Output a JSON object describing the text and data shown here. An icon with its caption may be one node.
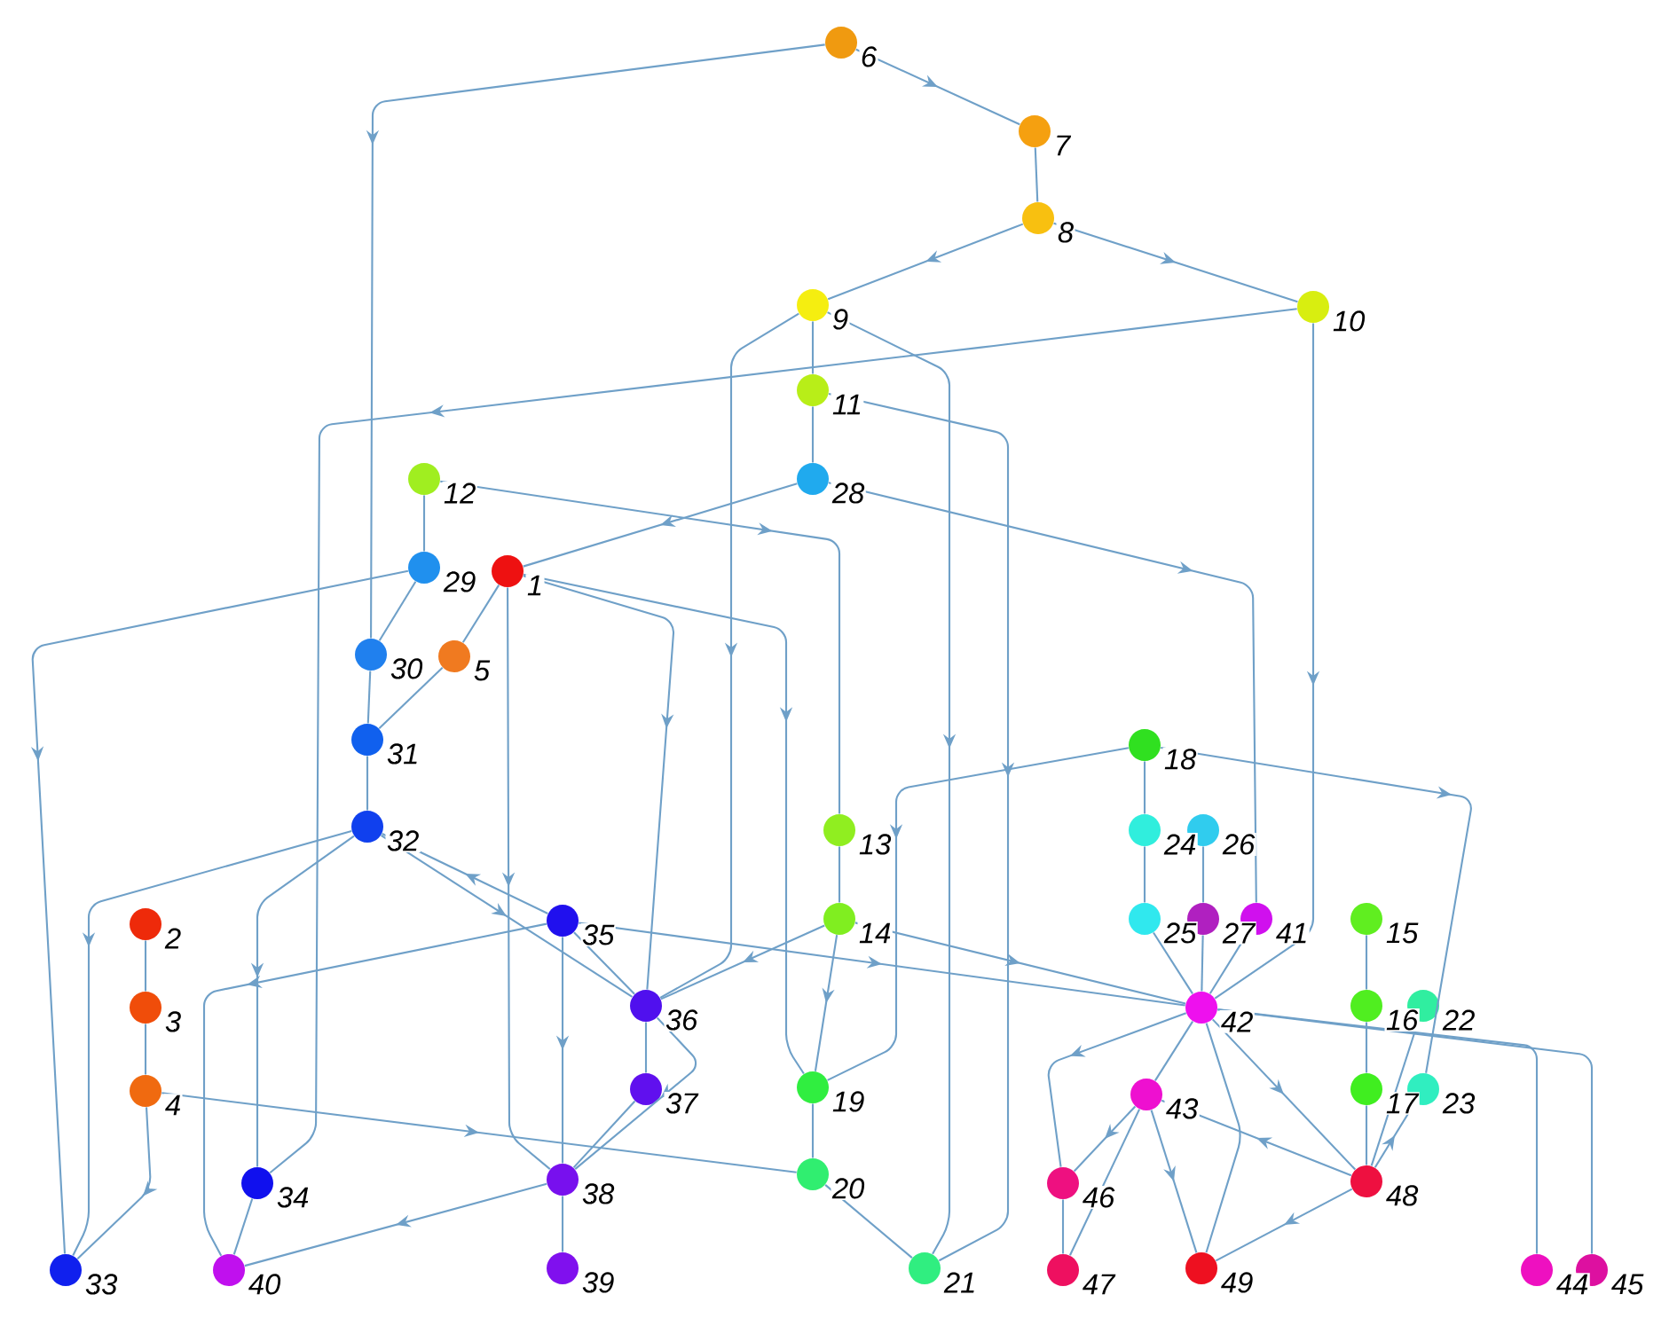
{
  "diagram": {
    "nodes": [
      {
        "text": [],
        "shape": "circle",
        "beside": [
          "1"
        ]
      },
      {
        "text": [],
        "shape": "circle",
        "beside": [
          "2"
        ]
      },
      {
        "text": [],
        "shape": "circle",
        "beside": [
          "3"
        ]
      },
      {
        "text": [],
        "shape": "circle",
        "beside": [
          "4"
        ]
      },
      {
        "text": [],
        "shape": "circle",
        "beside": [
          "5"
        ]
      },
      {
        "text": [],
        "shape": "circle",
        "beside": [
          "6"
        ]
      },
      {
        "text": [],
        "shape": "circle",
        "beside": [
          "7"
        ]
      },
      {
        "text": [],
        "shape": "circle",
        "beside": [
          "8"
        ]
      },
      {
        "text": [],
        "shape": "circle",
        "beside": [
          "9"
        ]
      },
      {
        "text": [],
        "shape": "circle",
        "beside": [
          "10"
        ]
      },
      {
        "text": [],
        "shape": "circle",
        "beside": [
          "11"
        ]
      },
      {
        "text": [],
        "shape": "circle",
        "beside": [
          "12"
        ]
      },
      {
        "text": [],
        "shape": "circle",
        "beside": [
          "13"
        ]
      },
      {
        "text": [],
        "shape": "circle",
        "beside": [
          "14"
        ]
      },
      {
        "text": [],
        "shape": "circle",
        "beside": [
          "15"
        ]
      },
      {
        "text": [],
        "shape": "circle",
        "beside": [
          "16"
        ]
      },
      {
        "text": [],
        "shape": "circle",
        "beside": [
          "17"
        ]
      },
      {
        "text": [],
        "shape": "circle",
        "beside": [
          "18"
        ]
      },
      {
        "text": [],
        "shape": "circle",
        "beside": [
          "19"
        ]
      },
      {
        "text": [],
        "shape": "circle",
        "beside": [
          "20"
        ]
      },
      {
        "text": [],
        "shape": "circle",
        "beside": [
          "21"
        ]
      },
      {
        "text": [],
        "shape": "circle",
        "beside": [
          "22"
        ]
      },
      {
        "text": [],
        "shape": "circle",
        "beside": [
          "23"
        ]
      },
      {
        "text": [],
        "shape": "circle",
        "beside": [
          "24"
        ]
      },
      {
        "text": [],
        "shape": "circle",
        "beside": [
          "25"
        ]
      },
      {
        "text": [],
        "shape": "circle",
        "beside": [
          "26"
        ]
      },
      {
        "text": [],
        "shape": "circle",
        "beside": [
          "27"
        ]
      },
      {
        "text": [],
        "shape": "circle",
        "beside": [
          "28"
        ]
      },
      {
        "text": [],
        "shape": "circle",
        "beside": [
          "29"
        ]
      },
      {
        "text": [],
        "shape": "circle",
        "beside": [
          "30"
        ]
      },
      {
        "text": [],
        "shape": "circle",
        "beside": [
          "31"
        ]
      },
      {
        "text": [],
        "shape": "circle",
        "beside": [
          "32"
        ]
      },
      {
        "text": [],
        "shape": "circle",
        "beside": [
          "33"
        ]
      },
      {
        "text": [],
        "shape": "circle",
        "beside": [
          "34"
        ]
      },
      {
        "text": [],
        "shape": "circle",
        "beside": [
          "35"
        ]
      },
      {
        "text": [],
        "shape": "circle",
        "beside": [
          "36"
        ]
      },
      {
        "text": [],
        "shape": "circle",
        "beside": [
          "37"
        ]
      },
      {
        "text": [],
        "shape": "circle",
        "beside": [
          "38"
        ]
      },
      {
        "text": [],
        "shape": "circle",
        "beside": [
          "39"
        ]
      },
      {
        "text": [],
        "shape": "circle",
        "beside": [
          "40"
        ]
      },
      {
        "text": [],
        "shape": "circle",
        "beside": [
          "41"
        ]
      },
      {
        "text": [],
        "shape": "circle",
        "beside": [
          "42"
        ]
      },
      {
        "text": [],
        "shape": "circle",
        "beside": [
          "43"
        ]
      },
      {
        "text": [],
        "shape": "circle",
        "beside": [
          "44"
        ]
      },
      {
        "text": [],
        "shape": "circle",
        "beside": [
          "45"
        ]
      },
      {
        "text": [],
        "shape": "circle",
        "beside": [
          "46"
        ]
      },
      {
        "text": [],
        "shape": "circle",
        "beside": [
          "47"
        ]
      },
      {
        "text": [],
        "shape": "circle",
        "beside": [
          "48"
        ]
      },
      {
        "text": [],
        "shape": "circle",
        "beside": [
          "49"
        ]
      }
    ],
    "edges": [
      {
        "from": 5,
        "to": 6,
        "arrow": "to"
      },
      {
        "from": 6,
        "to": 7,
        "arrow": "none"
      },
      {
        "from": 7,
        "to": 8,
        "arrow": "to"
      },
      {
        "from": 7,
        "to": 9,
        "arrow": "to"
      },
      {
        "from": 8,
        "to": 10,
        "arrow": "none"
      },
      {
        "from": 10,
        "to": 27,
        "arrow": "none"
      },
      {
        "from": 5,
        "to": 29,
        "arrow": "to"
      },
      {
        "from": 9,
        "to": 33,
        "arrow": "to"
      },
      {
        "from": 9,
        "to": 41,
        "arrow": "to"
      },
      {
        "from": 8,
        "to": 35,
        "arrow": "to"
      },
      {
        "from": 8,
        "to": 20,
        "arrow": "to"
      },
      {
        "from": 10,
        "to": 20,
        "arrow": "to"
      },
      {
        "from": 27,
        "to": 0,
        "arrow": "to"
      },
      {
        "from": 27,
        "to": 40,
        "arrow": "to"
      },
      {
        "from": 11,
        "to": 28,
        "arrow": "none"
      },
      {
        "from": 11,
        "to": 12,
        "arrow": "to"
      },
      {
        "from": 28,
        "to": 32,
        "arrow": "to"
      },
      {
        "from": 28,
        "to": 29,
        "arrow": "none"
      },
      {
        "from": 0,
        "to": 4,
        "arrow": "none"
      },
      {
        "from": 4,
        "to": 30,
        "arrow": "none"
      },
      {
        "from": 0,
        "to": 35,
        "arrow": "to"
      },
      {
        "from": 0,
        "to": 18,
        "arrow": "to"
      },
      {
        "from": 0,
        "to": 37,
        "arrow": "to"
      },
      {
        "from": 29,
        "to": 30,
        "arrow": "none"
      },
      {
        "from": 30,
        "to": 31,
        "arrow": "none"
      },
      {
        "from": 31,
        "to": 32,
        "arrow": "to"
      },
      {
        "from": 3,
        "to": 32,
        "arrow": "to"
      },
      {
        "from": 1,
        "to": 2,
        "arrow": "none"
      },
      {
        "from": 2,
        "to": 3,
        "arrow": "none"
      },
      {
        "from": 31,
        "to": 33,
        "arrow": "to"
      },
      {
        "from": 34,
        "to": 31,
        "arrow": "to"
      },
      {
        "from": 31,
        "to": 35,
        "arrow": "to"
      },
      {
        "from": 13,
        "to": 35,
        "arrow": "to"
      },
      {
        "from": 34,
        "to": 41,
        "arrow": "to"
      },
      {
        "from": 13,
        "to": 41,
        "arrow": "to"
      },
      {
        "from": 34,
        "to": 39,
        "arrow": "to"
      },
      {
        "from": 34,
        "to": 37,
        "arrow": "to"
      },
      {
        "from": 34,
        "to": 35,
        "arrow": "none"
      },
      {
        "from": 35,
        "to": 36,
        "arrow": "none"
      },
      {
        "from": 35,
        "to": 37,
        "arrow": "to"
      },
      {
        "from": 36,
        "to": 37,
        "arrow": "none"
      },
      {
        "from": 37,
        "to": 38,
        "arrow": "none"
      },
      {
        "from": 37,
        "to": 39,
        "arrow": "to"
      },
      {
        "from": 3,
        "to": 19,
        "arrow": "to"
      },
      {
        "from": 33,
        "to": 39,
        "arrow": "none"
      },
      {
        "from": 12,
        "to": 13,
        "arrow": "none"
      },
      {
        "from": 17,
        "to": 18,
        "arrow": "to"
      },
      {
        "from": 13,
        "to": 18,
        "arrow": "to"
      },
      {
        "from": 18,
        "to": 19,
        "arrow": "none"
      },
      {
        "from": 19,
        "to": 20,
        "arrow": "none"
      },
      {
        "from": 17,
        "to": 23,
        "arrow": "none"
      },
      {
        "from": 23,
        "to": 24,
        "arrow": "none"
      },
      {
        "from": 17,
        "to": 22,
        "arrow": "to"
      },
      {
        "from": 24,
        "to": 41,
        "arrow": "none"
      },
      {
        "from": 25,
        "to": 26,
        "arrow": "none"
      },
      {
        "from": 26,
        "to": 41,
        "arrow": "none"
      },
      {
        "from": 40,
        "to": 41,
        "arrow": "none"
      },
      {
        "from": 14,
        "to": 15,
        "arrow": "none"
      },
      {
        "from": 15,
        "to": 16,
        "arrow": "none"
      },
      {
        "from": 16,
        "to": 47,
        "arrow": "none"
      },
      {
        "from": 47,
        "to": 22,
        "arrow": "to"
      },
      {
        "from": 21,
        "to": 47,
        "arrow": "none"
      },
      {
        "from": 41,
        "to": 45,
        "arrow": "to"
      },
      {
        "from": 41,
        "to": 42,
        "arrow": "none"
      },
      {
        "from": 41,
        "to": 47,
        "arrow": "to"
      },
      {
        "from": 47,
        "to": 42,
        "arrow": "to"
      },
      {
        "from": 41,
        "to": 48,
        "arrow": "none"
      },
      {
        "from": 42,
        "to": 45,
        "arrow": "to"
      },
      {
        "from": 42,
        "to": 48,
        "arrow": "to"
      },
      {
        "from": 45,
        "to": 46,
        "arrow": "none"
      },
      {
        "from": 42,
        "to": 46,
        "arrow": "none"
      },
      {
        "from": 47,
        "to": 48,
        "arrow": "to"
      },
      {
        "from": 41,
        "to": 43,
        "arrow": "none"
      },
      {
        "from": 41,
        "to": 44,
        "arrow": "none"
      }
    ]
  }
}
